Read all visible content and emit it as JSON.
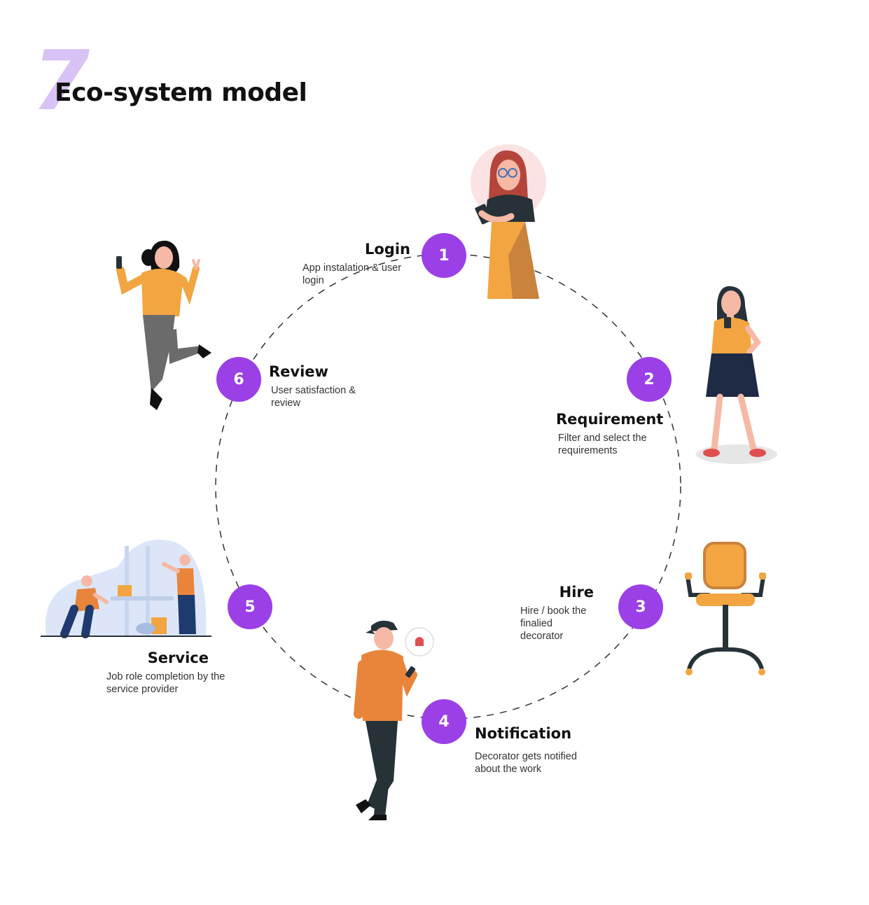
{
  "header": {
    "section_number": "7",
    "title": "Eco-system model"
  },
  "colors": {
    "accent": "#9b3fe6",
    "section_number": "#d9c2f5",
    "illustration_orange": "#f2a541",
    "illustration_dark": "#263238"
  },
  "steps": [
    {
      "number": "1",
      "title": "Login",
      "description": "App instalation & user login",
      "illustration": "woman-holding-phone-illustration"
    },
    {
      "number": "2",
      "title": "Requirement",
      "description": "Filter and select the requirements",
      "illustration": "woman-using-phone-illustration"
    },
    {
      "number": "3",
      "title": "Hire",
      "description": "Hire / book the finalied decorator",
      "illustration": "office-chair-illustration"
    },
    {
      "number": "4",
      "title": "Notification",
      "description": "Decorator gets notified about the work",
      "illustration": "man-with-notification-illustration"
    },
    {
      "number": "5",
      "title": "Service",
      "description": "Job role completion by the service provider",
      "illustration": "workers-installing-illustration"
    },
    {
      "number": "6",
      "title": "Review",
      "description": "User satisfaction & review",
      "illustration": "happy-woman-illustration"
    }
  ]
}
